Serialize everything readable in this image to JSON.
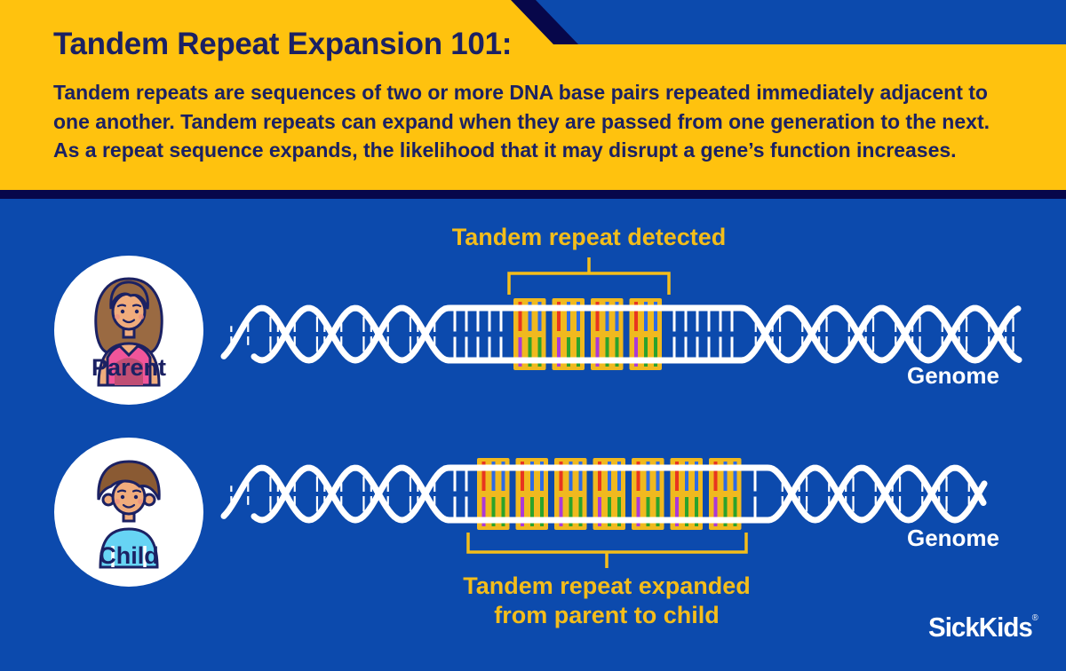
{
  "header": {
    "title": "Tandem Repeat Expansion 101:",
    "body_lines": [
      "Tandem repeats are sequences of two or more DNA base pairs repeated immediately adjacent to",
      "one another. Tandem repeats can expand when they are passed from one generation to the next.",
      "As a repeat sequence expands, the likelihood that it may disrupt a gene’s function increases."
    ]
  },
  "parent_row": {
    "person_label": "Parent",
    "annotation": "Tandem repeat detected",
    "genome_label": "Genome",
    "repeat_count": 4
  },
  "child_row": {
    "person_label": "Child",
    "annotation_line1": "Tandem repeat expanded",
    "annotation_line2": "from parent to child",
    "genome_label": "Genome",
    "repeat_count": 7
  },
  "footer": {
    "logo_text": "SickKids",
    "registered_mark": "®"
  },
  "colors": {
    "yellow": "#FFC20E",
    "navy": "#07074A",
    "title_navy": "#1B2163",
    "body_blue": "#0C4AAD",
    "label_yellow": "#F4BD1A",
    "highlight_yellow": "#F0B91F",
    "rung_red": "#E8351F",
    "rung_blue": "#2D6BE4",
    "rung_purple": "#AC38D8",
    "rung_green": "#2BA32B",
    "dna_white": "#FFFFFF",
    "avatar_skin": "#F0AC7C",
    "avatar_hair_parent": "#9A6A42",
    "avatar_hair_child": "#8A5A33",
    "avatar_pink": "#F1559A",
    "avatar_deep_pink": "#C04E74",
    "avatar_cyan": "#67D4F4"
  }
}
